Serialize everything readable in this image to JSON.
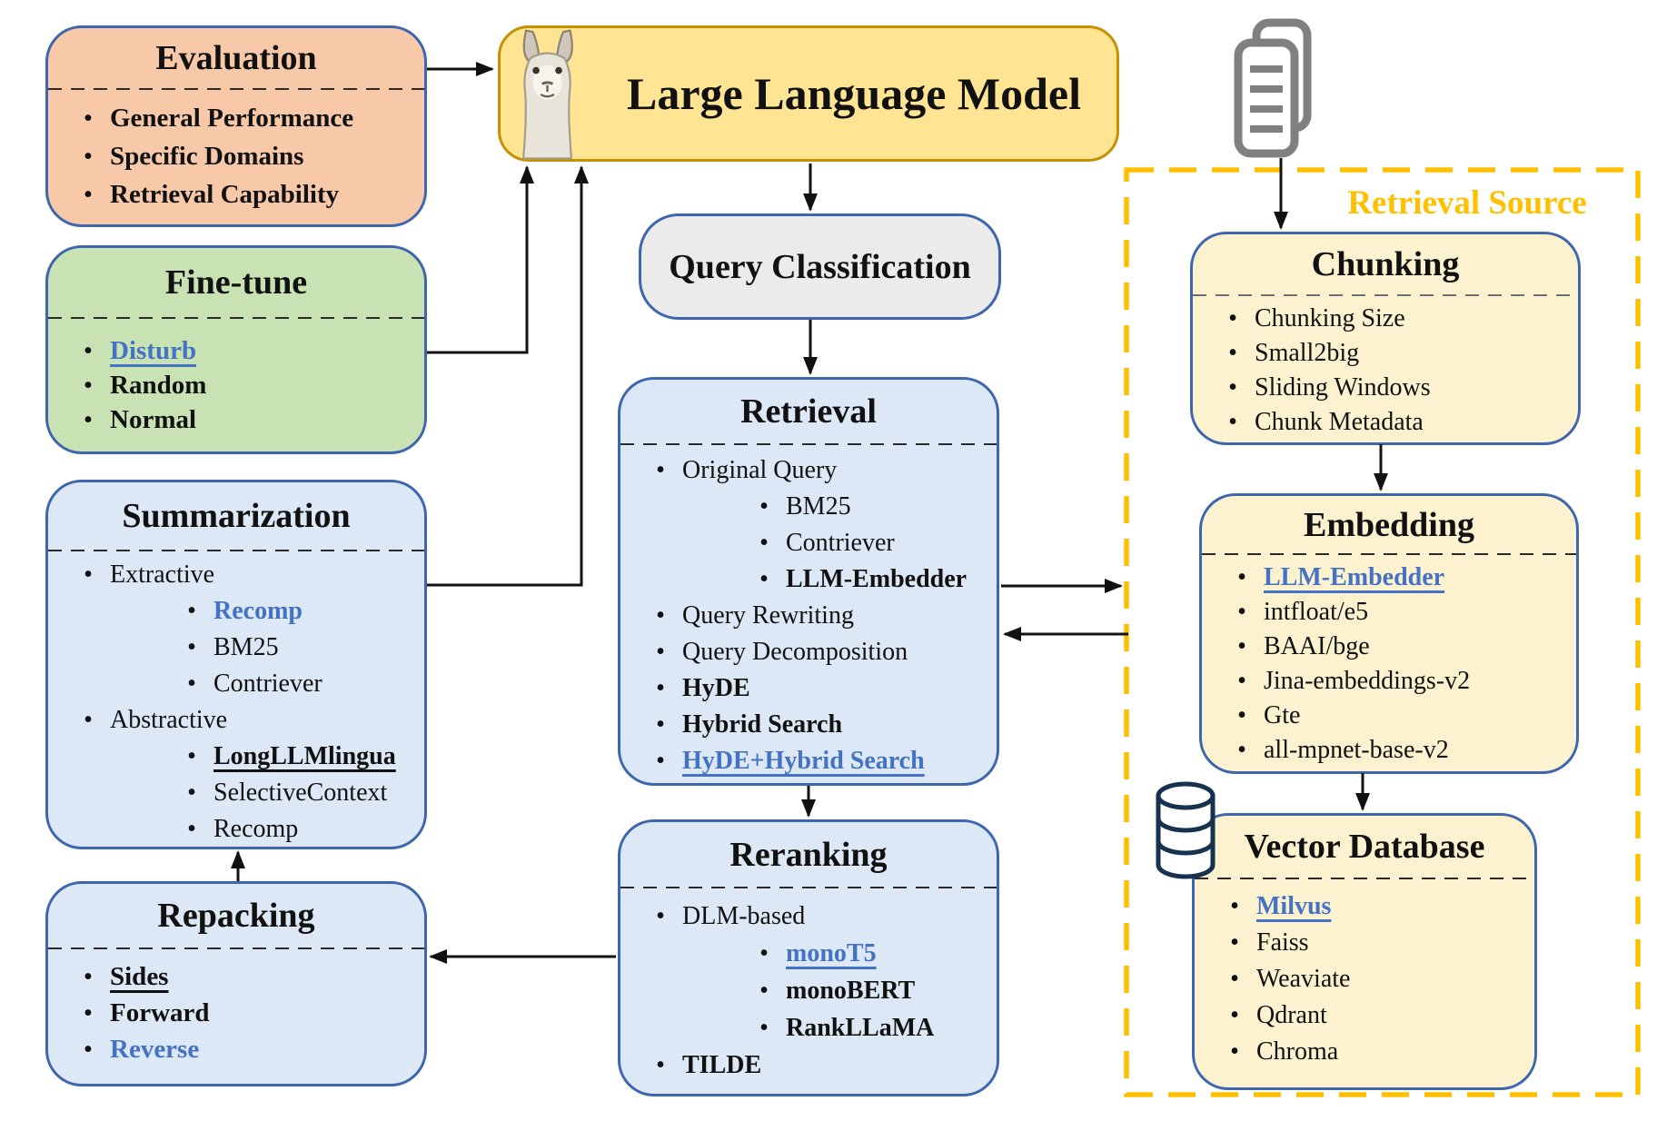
{
  "diagram": {
    "bullet": "•",
    "llm": {
      "title": "Large Language Model",
      "icon": "llama-icon"
    },
    "query_classification": {
      "title": "Query Classification"
    },
    "evaluation": {
      "title": "Evaluation",
      "items": [
        "General Performance",
        "Specific Domains",
        "Retrieval Capability"
      ]
    },
    "fine_tune": {
      "title": "Fine-tune",
      "items": [
        "Disturb",
        "Random",
        "Normal"
      ]
    },
    "summarization": {
      "title": "Summarization",
      "items": [
        "Extractive",
        "Recomp",
        "BM25",
        "Contriever",
        "Abstractive",
        "LongLLMlingua",
        "SelectiveContext",
        "Recomp"
      ]
    },
    "repacking": {
      "title": "Repacking",
      "items": [
        "Sides",
        "Forward",
        "Reverse"
      ]
    },
    "retrieval": {
      "title": "Retrieval",
      "items": [
        "Original Query",
        "BM25",
        "Contriever",
        "LLM-Embedder",
        "Query Rewriting",
        "Query Decomposition",
        "HyDE",
        "Hybrid Search",
        "HyDE+Hybrid Search"
      ]
    },
    "reranking": {
      "title": "Reranking",
      "items": [
        "DLM-based",
        "monoT5",
        "monoBERT",
        "RankLLaMA",
        "TILDE"
      ]
    },
    "retrieval_source": {
      "label": "Retrieval Source",
      "icon": "documents-icon",
      "chunking": {
        "title": "Chunking",
        "items": [
          "Chunking Size",
          "Small2big",
          "Sliding Windows",
          "Chunk Metadata"
        ]
      },
      "embedding": {
        "title": "Embedding",
        "items": [
          "LLM-Embedder",
          "intfloat/e5",
          "BAAI/bge",
          "Jina-embeddings-v2",
          "Gte",
          "all-mpnet-base-v2"
        ]
      },
      "vector_database": {
        "title": "Vector Database",
        "icon": "database-icon",
        "items": [
          "Milvus",
          "Faiss",
          "Weaviate",
          "Qdrant",
          "Chroma"
        ]
      }
    },
    "colors": {
      "evaluation_fill": "#F8C9A8",
      "fine_tune_fill": "#C8E2B4",
      "process_fill": "#DCE8F6",
      "llm_fill": "#FFE593",
      "llm_border": "#C49102",
      "query_classification_fill": "#EBEBEB",
      "source_fill": "#FCF2CF",
      "box_border": "#3D66AE",
      "link_blue": "#4472C4",
      "retrieval_source_gold": "#FFC000",
      "arrow_black": "#111111",
      "icon_gray": "#808080"
    }
  }
}
